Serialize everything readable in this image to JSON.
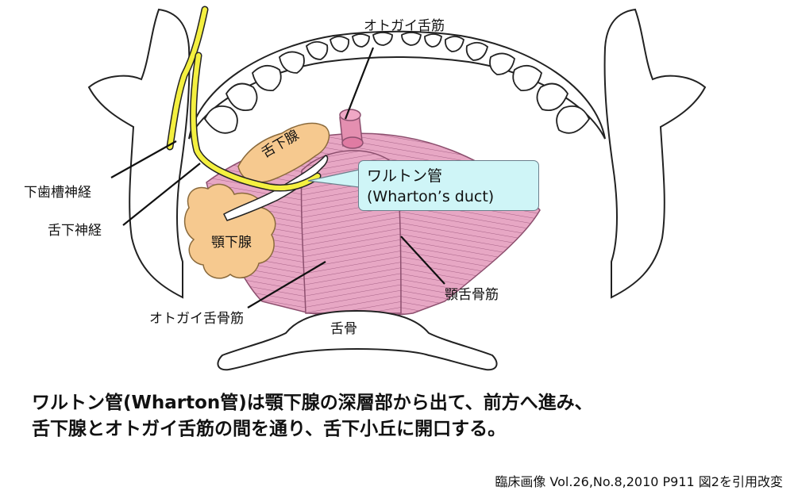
{
  "labels": {
    "genioglossus_top": "オトガイ舌筋",
    "inferior_alveolar_nerve": "下歯槽神経",
    "lingual_nerve": "舌下神経",
    "sublingual_gland": "舌下腺",
    "submandibular_gland": "顎下腺",
    "geniohyoid": "オトガイ舌骨筋",
    "hyoid": "舌骨",
    "mylohyoid": "顎舌骨筋"
  },
  "callout": {
    "line1": "ワルトン管",
    "line2": "(Wharton’s duct)"
  },
  "caption": {
    "line1": "ワルトン管(Wharton管)は顎下腺の深層部から出て、前方へ進み、",
    "line2": "舌下腺とオトガイ舌筋の間を通り、舌下小丘に開口する。"
  },
  "credit": "臨床画像 Vol.26,No.8,2010 P911 図2を引用改変",
  "colors": {
    "gland": "#f6c98f",
    "gland_outline": "#8a6a3c",
    "muscle": "#e7a7c4",
    "muscle_line": "#a05a80",
    "nerve": "#f4f040",
    "callout_fill": "#cff5f7",
    "bone_outline": "#222222"
  }
}
